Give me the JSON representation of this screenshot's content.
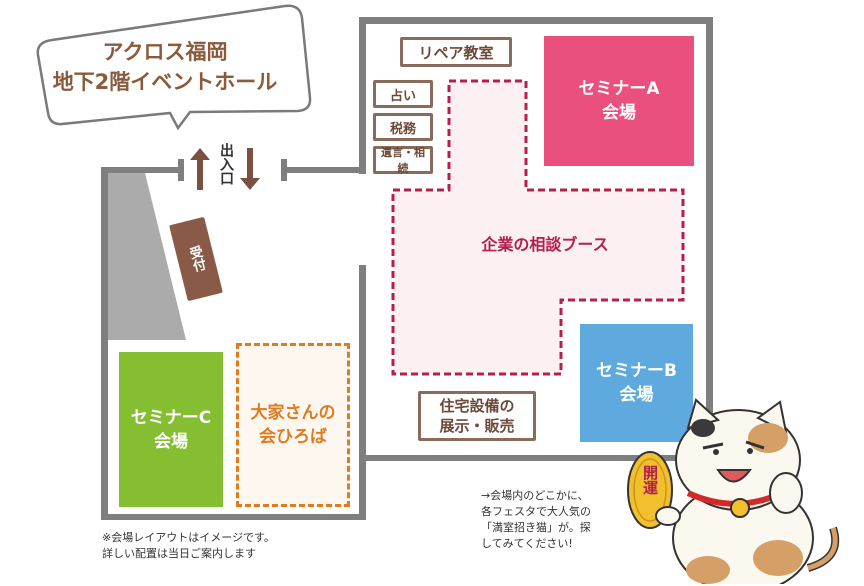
{
  "callout": {
    "line1": "アクロス福岡",
    "line2": "地下2階イベントホール"
  },
  "entrance": {
    "label": "出入口"
  },
  "reception": {
    "label": "受付"
  },
  "rooms": {
    "repair": "リペア教室",
    "fortune": "占い",
    "tax": "税務",
    "inheritance": "遺言・相続",
    "seminar_a": {
      "line1": "セミナーA",
      "line2": "会場"
    },
    "seminar_b": {
      "line1": "セミナーB",
      "line2": "会場"
    },
    "seminar_c": {
      "line1": "セミナーC",
      "line2": "会場"
    },
    "booth": "企業の相談ブース",
    "landlord": {
      "line1": "大家さんの",
      "line2": "会ひろば"
    },
    "housing": {
      "line1": "住宅設備の",
      "line2": "展示・販売"
    }
  },
  "notes": {
    "layout": {
      "line1": "※会場レイアウトはイメージです。",
      "line2": "詳しい配置は当日ご案内します"
    },
    "cat": {
      "line1": "→会場内のどこかに、",
      "line2": "各フェスタで大人気の",
      "line3": "「満室招き猫」が。探",
      "line4": "してみてください!"
    },
    "cat_charm": "開運"
  },
  "colors": {
    "wall": "#7f7f7f",
    "brown": "#8a5a3b",
    "seminar_a": "#e9507e",
    "seminar_b": "#5ea9de",
    "seminar_c": "#86be31",
    "booth": "#b2204b",
    "landlord": "#e07b1f"
  }
}
